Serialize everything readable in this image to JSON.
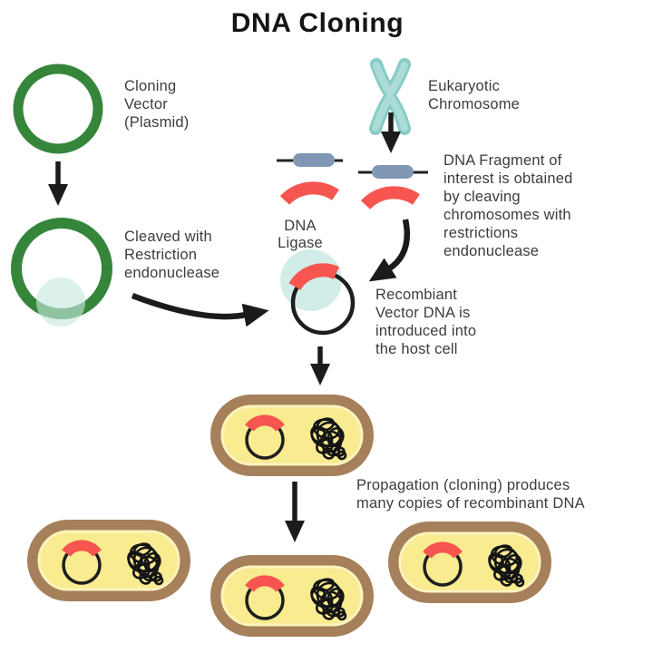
{
  "title": "DNA Cloning",
  "diagram": {
    "labels": {
      "cloning_vector": "Cloning\nVector\n(Plasmid)",
      "eukaryotic_chromosome": "Eukaryotic\nChromosome",
      "dna_fragment": "DNA Fragment of\ninterest is obtained\nby cleaving\nchromosomes with\nrestrictions\nendonuclease",
      "dna_ligase": "DNA\nLigase",
      "cleaved": "Cleaved with\nRestriction\nendonuclease",
      "recombinant": "Recombiant\nVector DNA is\nintroduced into\nthe host cell",
      "propagation": "Propagation (cloning) produces\nmany copies of recombinant DNA"
    },
    "icons": {
      "cloning_vector_icon": "green-ring-plasmid",
      "cleaved_vector_icon": "green-ring-with-teal-nick",
      "chromosome_icon": "teal-x-chromosome",
      "dna_fragment_icon": "gray-capsule-on-line",
      "insert_icon": "red-arc-band",
      "recombinant_vector_icon": "black-ring-with-red-insert",
      "host_cell_icon": "brown-pill-with-yellow-cytoplasm",
      "genomic_dna_icon": "black-scribble-tangle",
      "flow_icon": "black-arrow"
    },
    "colors": {
      "plasmid_green": "#35863b",
      "teal_highlight": "#c7e8e1",
      "chromosome_teal": "#abdcd8",
      "chromosome_teal_dark": "#86ccc5",
      "insert_red": "#f6564f",
      "fragment_gray": "#7f97b2",
      "cell_wall_brown": "#a5805b",
      "cytoplasm_yellow": "#f8eb90",
      "cytoplasm_edge": "#fdf3bd",
      "arrow_black": "#1b1b1b",
      "text": "#3c3c3c"
    }
  }
}
